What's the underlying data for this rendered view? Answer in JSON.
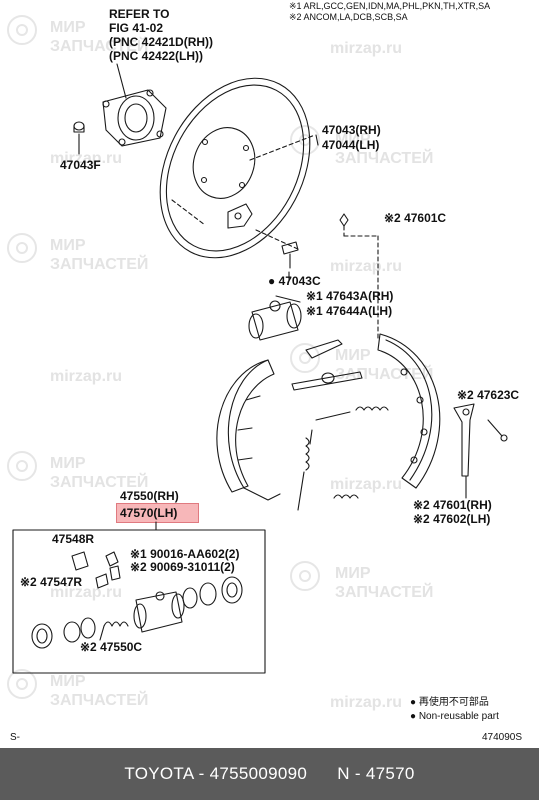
{
  "watermarks": {
    "brand_line1": "МИР",
    "brand_line2": "ЗАПЧАСТЕЙ",
    "site": "mirzap.ru"
  },
  "notes": {
    "note1": "※1 ARL,GCC,GEN,IDN,MA,PHL,PKN,TH,XTR,SA",
    "note2": "※2 ANCOM,LA,DCB,SCB,SA"
  },
  "refer": {
    "line1": "REFER TO",
    "line2": "FIG 41-02",
    "line3": "(PNC 42421D(RH))",
    "line4": "(PNC 42422(LH))"
  },
  "parts": {
    "p47043F": "47043F",
    "p47043": "47043(RH)",
    "p47044": "47044(LH)",
    "p47601C": "※2 47601C",
    "p47043C": "● 47043C",
    "p47643A": "※1 47643A(RH)",
    "p47644A": "※1 47644A(LH)",
    "p47623C": "※2 47623C",
    "p47550": "47550(RH)",
    "p47570": "47570(LH)",
    "p47601": "※2 47601(RH)",
    "p47602": "※2 47602(LH)",
    "p47548R": "47548R",
    "p90016": "※1 90016-AA602(2)",
    "p90069": "※2 90069-31011(2)",
    "p47547R": "※2 47547R",
    "p47550C": "※2 47550C"
  },
  "legend": {
    "line1": "● 再使用不可部品",
    "line2": "● Non-reusable part"
  },
  "corner": {
    "left": "S-",
    "right": "474090S"
  },
  "footer": {
    "text": "TOYOTA - 4755009090      N - 47570"
  },
  "colors": {
    "highlight": "#f7b7b9",
    "footer_bg": "#5b5b5b",
    "watermark": "#e3e3e3"
  }
}
